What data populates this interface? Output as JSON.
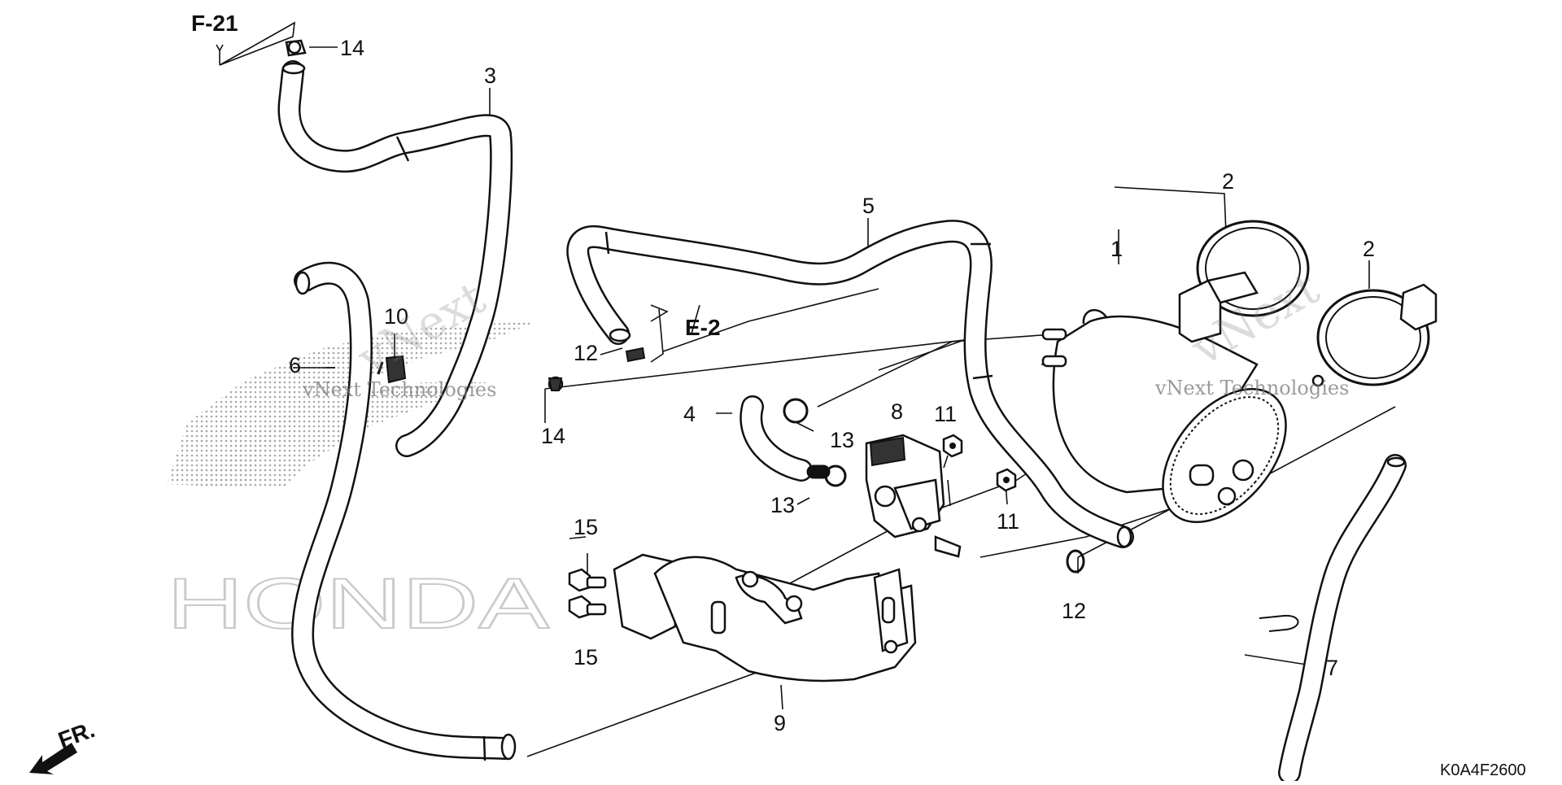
{
  "diagram": {
    "diagram_code": "K0A4F2600",
    "front_label": "FR.",
    "references": [
      {
        "id": "ref-f21",
        "label": "F-21"
      },
      {
        "id": "ref-e2",
        "label": "E-2"
      }
    ],
    "callouts": [
      {
        "id": "c1",
        "label": "1"
      },
      {
        "id": "c2a",
        "label": "2"
      },
      {
        "id": "c2b",
        "label": "2"
      },
      {
        "id": "c3",
        "label": "3"
      },
      {
        "id": "c4",
        "label": "4"
      },
      {
        "id": "c5",
        "label": "5"
      },
      {
        "id": "c6",
        "label": "6"
      },
      {
        "id": "c7",
        "label": "7"
      },
      {
        "id": "c8",
        "label": "8"
      },
      {
        "id": "c9",
        "label": "9"
      },
      {
        "id": "c10",
        "label": "10"
      },
      {
        "id": "c11a",
        "label": "11"
      },
      {
        "id": "c11b",
        "label": "11"
      },
      {
        "id": "c12a",
        "label": "12"
      },
      {
        "id": "c12b",
        "label": "12"
      },
      {
        "id": "c13a",
        "label": "13"
      },
      {
        "id": "c13b",
        "label": "13"
      },
      {
        "id": "c14a",
        "label": "14"
      },
      {
        "id": "c14b",
        "label": "14"
      },
      {
        "id": "c15a",
        "label": "15"
      },
      {
        "id": "c15b",
        "label": "15"
      }
    ],
    "watermarks": [
      {
        "id": "wm-left-1",
        "text": "vNext"
      },
      {
        "id": "wm-left-2",
        "text": "vNext Technologies"
      },
      {
        "id": "wm-right-1",
        "text": "vNext"
      },
      {
        "id": "wm-right-2",
        "text": "vNext Technologies"
      }
    ],
    "brand_watermark": "HONDA",
    "colors": {
      "ink": "#111111",
      "background": "#ffffff",
      "watermark": "#9a9a9a"
    }
  }
}
